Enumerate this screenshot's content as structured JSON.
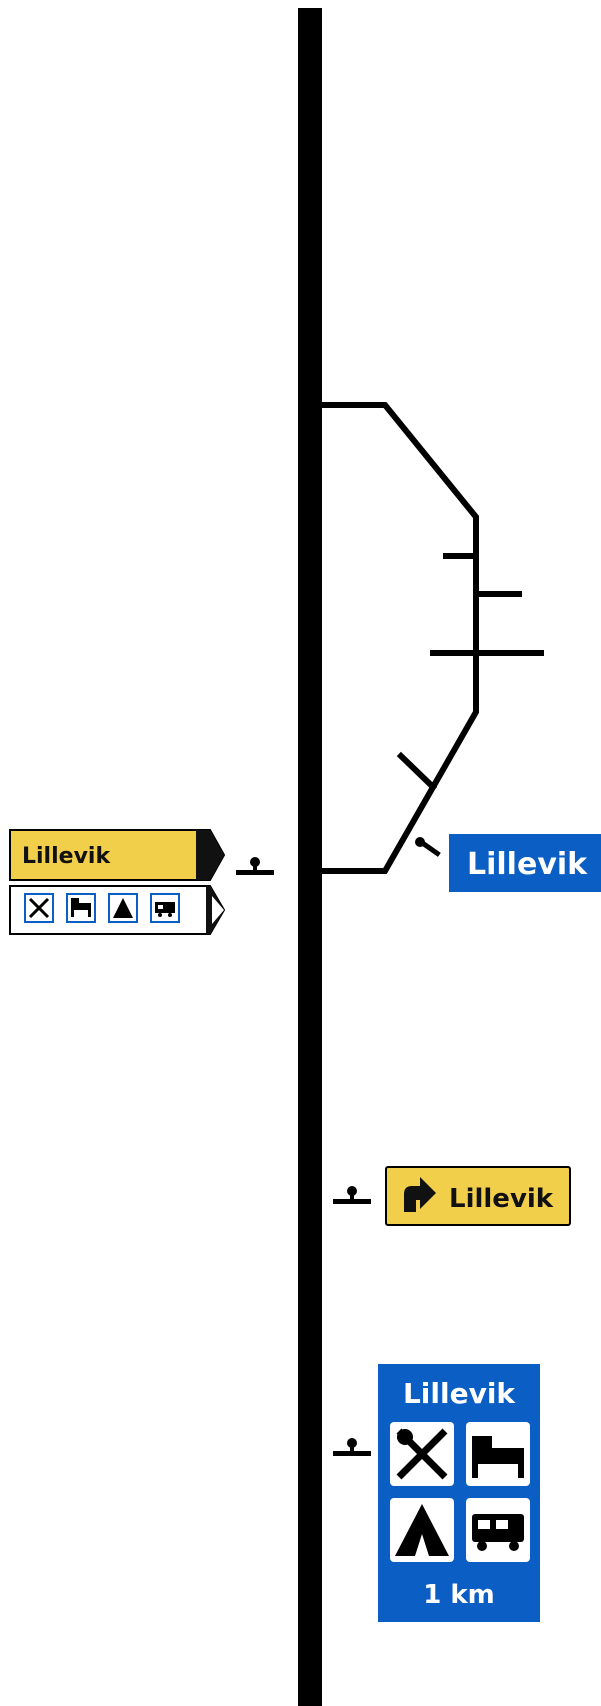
{
  "place_name": "Lillevik",
  "distance_label": "1 km",
  "signs": {
    "advance_direction_sign": {
      "label": "Lillevik",
      "services": [
        "restaurant-icon",
        "motel-icon",
        "camping-icon",
        "caravan-icon"
      ]
    },
    "exit_sign": {
      "label": "Lillevik"
    },
    "turn_sign": {
      "label": "Lillevik"
    },
    "service_sign": {
      "label": "Lillevik",
      "services": [
        "restaurant-icon",
        "motel-icon",
        "camping-icon",
        "caravan-icon"
      ],
      "distance": "1 km"
    }
  },
  "colors": {
    "road": "#000000",
    "yellow_sign": "#f2cf4a",
    "blue_sign": "#0b5fc4",
    "sign_text_dark": "#111111",
    "sign_text_light": "#ffffff"
  }
}
